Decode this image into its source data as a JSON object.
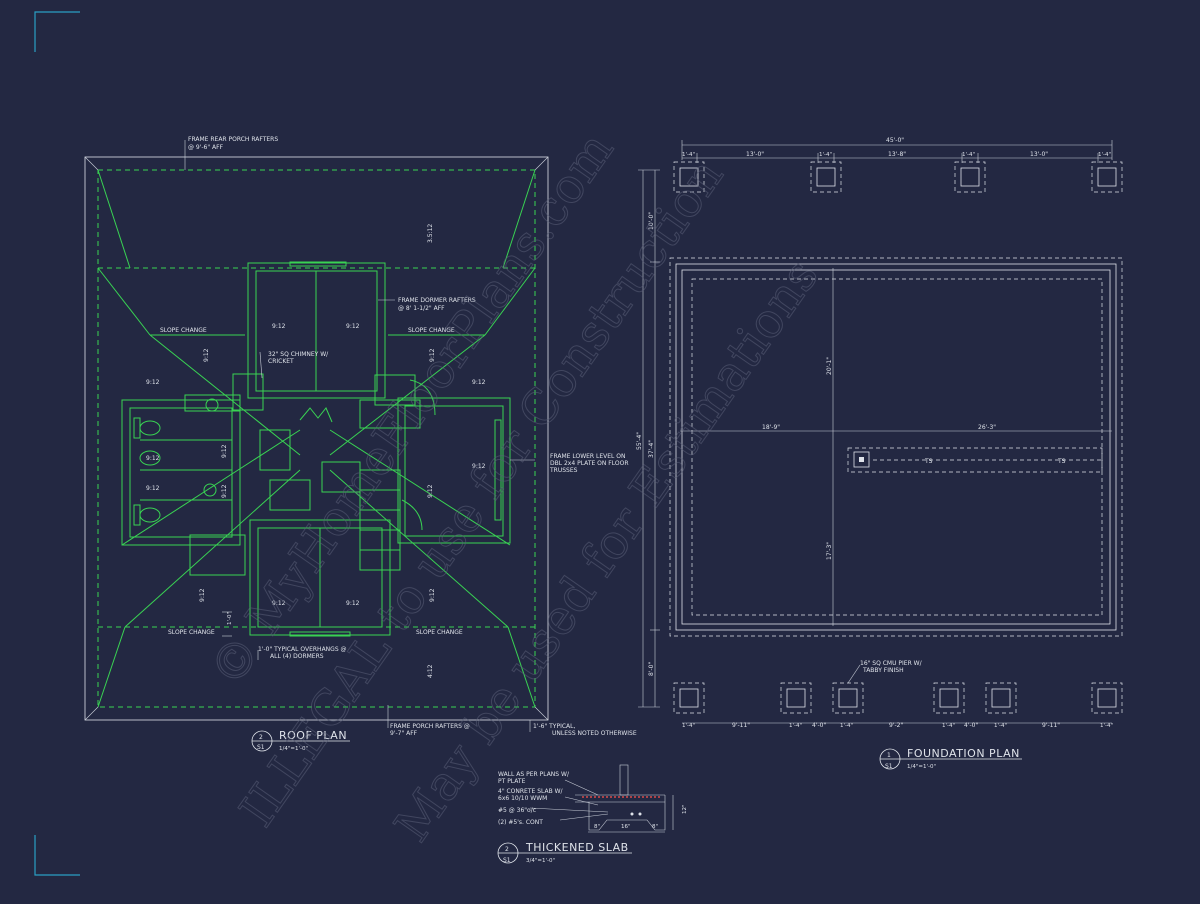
{
  "watermark": {
    "line1": "© MyHomeFloorPlans.com",
    "line2": "ILLEGAL to use for Construction",
    "line3": "May be used for Estimations"
  },
  "roof_plan": {
    "title": "ROOF PLAN",
    "sheet_num": "2",
    "sheet_id": "S1",
    "scale": "1/4\"=1'-0\"",
    "notes": {
      "rear_porch": "FRAME REAR PORCH RAFTERS",
      "rear_porch_height": "@ 9'-6\" AFF",
      "dormer": "FRAME DORMER RAFTERS",
      "dormer_height": "@ 8' 1-1/2\" AFF",
      "chimney": "32\" SQ CHIMNEY W/",
      "chimney_2": "CRICKET",
      "lower_level_1": "FRAME LOWER LEVEL ON",
      "lower_level_2": "DBL 2x4 PLATE ON FLOOR",
      "lower_level_3": "TRUSSES",
      "overhang_1": "1'-0\" TYPICAL OVERHANGS @",
      "overhang_2": "ALL (4) DORMERS",
      "porch_1": "FRAME PORCH RAFTERS @",
      "porch_2": "9'-7\" AFF",
      "typical_1": "1'-6\" TYPICAL,",
      "typical_2": "UNLESS NOTED OTHERWISE",
      "slope_change": "SLOPE CHANGE",
      "overhang_dim": "1'-0\""
    },
    "pitches": {
      "p3512": "3.5:12",
      "p912": "9:12",
      "p412": "4:12"
    }
  },
  "foundation_plan": {
    "title": "FOUNDATION PLAN",
    "sheet_num": "1",
    "sheet_id": "S1",
    "scale": "1/4\"=1'-0\"",
    "dims": {
      "overall_width": "45'-0\"",
      "top_pier": "1'-4\"",
      "top_span_a": "13'-0\"",
      "top_span_b": "13'-8\"",
      "top_span_c": "13'-0\"",
      "left_top": "10'-0\"",
      "left_overall": "55'-4\"",
      "left_mid": "37'-4\"",
      "left_bottom": "8'-0\"",
      "inner_v1": "20'-1\"",
      "inner_v2": "17'-3\"",
      "inner_h1": "18'-9\"",
      "inner_h2": "26'-3\"",
      "b_pier": "1'-4\"",
      "b_a": "9'-11\"",
      "b_b": "4'-0\"",
      "b_c": "9'-2\"",
      "b_d": "4'-0\"",
      "b_e": "9'-11\""
    },
    "ts": "TS",
    "pier_note_1": "16\" SQ CMU PIER W/",
    "pier_note_2": "TABBY FINISH"
  },
  "thickened_slab": {
    "title": "THICKENED SLAB",
    "sheet_num": "2",
    "sheet_id": "S1",
    "scale": "3/4\"=1'-0\"",
    "notes": {
      "wall_1": "WALL AS PER PLANS W/",
      "wall_2": "PT PLATE",
      "slab_1": "4\" CONRETE SLAB W/",
      "slab_2": "6x6 10/10 WWM",
      "rebar": "#5 @ 36\"o/c",
      "cont": "(2) #5's. CONT"
    },
    "dims": {
      "d8a": "8\"",
      "d16": "16\"",
      "d8b": "8\"",
      "d12": "12\""
    }
  }
}
